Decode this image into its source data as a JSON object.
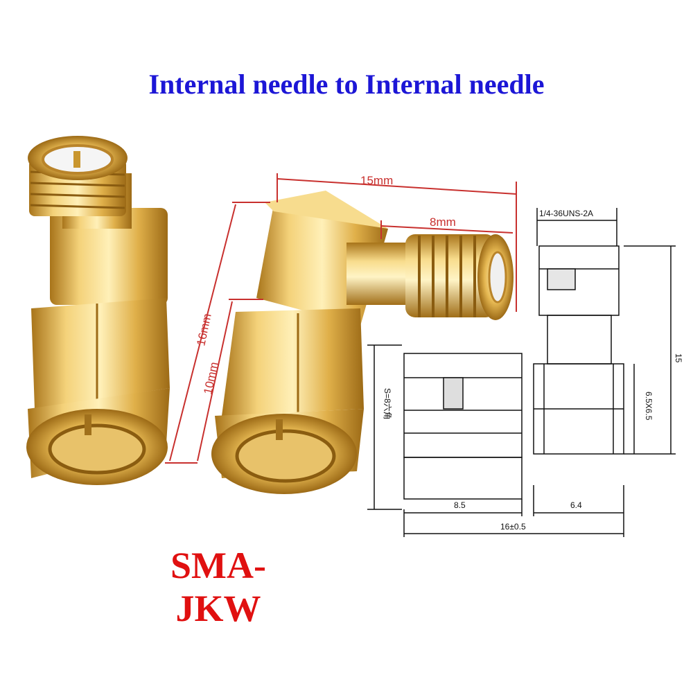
{
  "title": "Internal needle to Internal needle",
  "model": "SMA-JKW",
  "photo_dimensions": {
    "length_total": "15mm",
    "length_side": "8mm",
    "height_total": "16mm",
    "height_body": "10mm"
  },
  "drawing": {
    "thread": "1/4-36UNS-2A",
    "height": "15",
    "hex_size": "S=8六角",
    "hex_body": "6.5X6.5",
    "dim_left": "8.5",
    "dim_right": "6.4",
    "dim_total": "16±0.5"
  },
  "colors": {
    "title": "#1c16d6",
    "model": "#e01010",
    "dimension_line": "#c8302e",
    "gold": "#d9a93a"
  }
}
